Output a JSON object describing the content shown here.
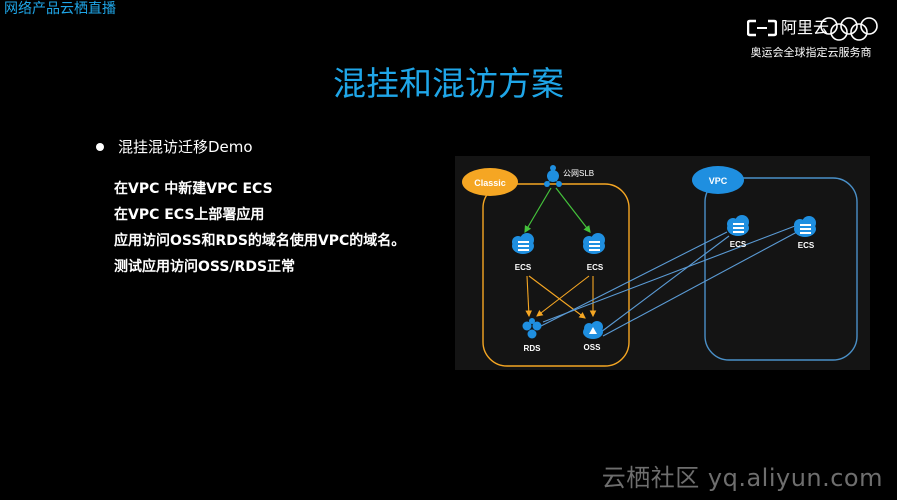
{
  "header": {
    "top_left_title": "网络产品云栖直播",
    "brand_name": "阿里云",
    "brand_tagline": "奥运会全球指定云服务商"
  },
  "slide": {
    "title": "混挂和混访方案",
    "bullet": "混挂混访迁移Demo",
    "steps": [
      "在VPC 中新建VPC ECS",
      "在VPC ECS上部署应用",
      "应用访问OSS和RDS的域名使用VPC的域名。",
      "测试应用访问OSS/RDS正常"
    ]
  },
  "diagram": {
    "classic_label": "Classic",
    "vpc_label": "VPC",
    "slb_label": "公网SLB",
    "classic_ecs_1": "ECS",
    "classic_ecs_2": "ECS",
    "rds_label": "RDS",
    "oss_label": "OSS",
    "vpc_ecs_1": "ECS",
    "vpc_ecs_2": "ECS",
    "colors": {
      "classic_orange": "#f5a623",
      "vpc_blue": "#4a90c8",
      "link_green": "#44c23b",
      "link_blue": "#5b9bd5",
      "node_blue": "#1f8fe0"
    }
  },
  "footer": {
    "watermark": "云栖社区 yq.aliyun.com"
  }
}
